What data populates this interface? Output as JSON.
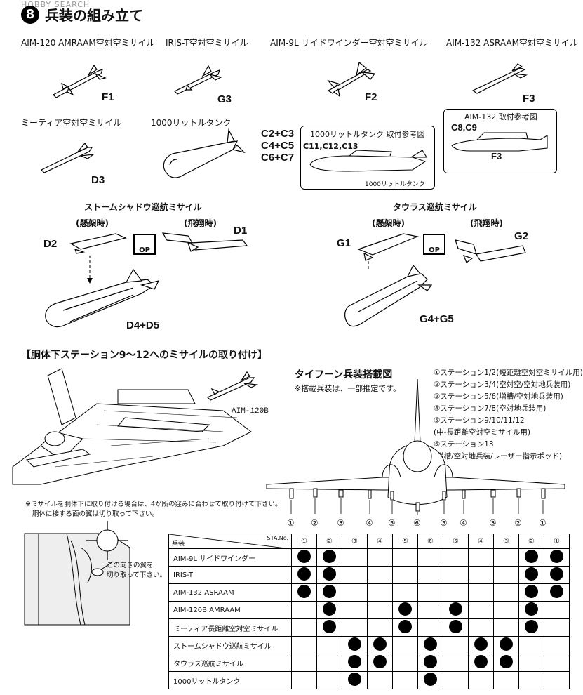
{
  "watermark": "HOBBY SEARCH",
  "step_number": "8",
  "title": "兵装の組み立て",
  "missiles": {
    "aim120": {
      "label": "AIM-120 AMRAAM空対空ミサイル",
      "part": "F1"
    },
    "iris": {
      "label": "IRIS-T空対空ミサイル",
      "part": "G3"
    },
    "aim9": {
      "label": "AIM-9L サイドワインダー空対空ミサイル",
      "part": "F2"
    },
    "aim132": {
      "label": "AIM-132 ASRAAM空対空ミサイル",
      "part": "F3"
    },
    "meteor": {
      "label": "ミーティア空対空ミサイル",
      "part": "D3"
    },
    "tank": {
      "label": "1000リットルタンク",
      "parts": [
        "C2+C3",
        "C4+C5",
        "C6+C7"
      ]
    }
  },
  "tank_ref": {
    "title": "1000リットルタンク 取付参考図",
    "parts": "C11,C12,C13",
    "caption": "1000リットルタンク"
  },
  "asraam_ref": {
    "title": "AIM-132 取付参考図",
    "parts": "C8,C9",
    "part2": "F3"
  },
  "storm_shadow": {
    "title": "ストームシャドウ巡航ミサイル",
    "hung": "(懸架時)",
    "flight": "(飛翔時)",
    "p_hung": "D2",
    "p_flight": "D1",
    "p_body": "D4+D5"
  },
  "taurus": {
    "title": "タウラス巡航ミサイル",
    "hung": "(懸架時)",
    "flight": "(飛翔時)",
    "p_hung": "G1",
    "p_flight": "G2",
    "p_body": "G4+G5"
  },
  "op_label": "OP",
  "fuselage_heading": "【胴体下ステーション9～12へのミサイルの取り付け】",
  "aim120b_label": "AIM-120B",
  "fuselage_note1": "※ミサイルを胴体下に取り付ける場合は、4か所の窪みに合わせて取り付けて下さい。",
  "fuselage_note2": "胴体に接する面の翼は切り取って下さい。",
  "detail_note1": "この向きの翼を",
  "detail_note2": "切り取って下さい。",
  "loadout_title": "タイフーン兵装搭載図",
  "loadout_sub": "※搭載兵装は、一部推定です。",
  "stations": [
    "①ステーション1/2(短距離空対空ミサイル用)",
    "②ステーション3/4(空対空/空対地兵装用)",
    "③ステーション5/6(増槽/空対地兵装用)",
    "④ステーション7/8(空対地兵装用)",
    "⑤ステーション9/10/11/12",
    "(中-長距離空対空ミサイル用)",
    "⑥ステーション13",
    "(増槽/空対地兵装/レーザー指示ポッド)"
  ],
  "station_row": [
    "①",
    "②",
    "③",
    "④",
    "⑤",
    "⑥",
    "⑤",
    "④",
    "③",
    "②",
    "①"
  ],
  "table": {
    "header_left": "兵装",
    "header_right": "STA.No.",
    "columns": [
      "①",
      "②",
      "③",
      "④",
      "⑤",
      "⑥",
      "⑤",
      "④",
      "③",
      "②",
      "①"
    ],
    "rows": [
      {
        "name": "AIM-9L サイドワインダー",
        "marks": [
          1,
          1,
          0,
          0,
          0,
          0,
          0,
          0,
          0,
          1,
          1
        ]
      },
      {
        "name": "IRIS-T",
        "marks": [
          1,
          1,
          0,
          0,
          0,
          0,
          0,
          0,
          0,
          1,
          1
        ]
      },
      {
        "name": "AIM-132 ASRAAM",
        "marks": [
          1,
          1,
          0,
          0,
          0,
          0,
          0,
          0,
          0,
          1,
          1
        ]
      },
      {
        "name": "AIM-120B AMRAAM",
        "marks": [
          0,
          1,
          0,
          0,
          1,
          0,
          1,
          0,
          0,
          1,
          0
        ]
      },
      {
        "name": "ミーティア長距離空対空ミサイル",
        "marks": [
          0,
          1,
          0,
          0,
          1,
          0,
          1,
          0,
          0,
          1,
          0
        ]
      },
      {
        "name": "ストームシャドウ巡航ミサイル",
        "marks": [
          0,
          0,
          1,
          1,
          0,
          1,
          0,
          1,
          1,
          0,
          0
        ]
      },
      {
        "name": "タウラス巡航ミサイル",
        "marks": [
          0,
          0,
          1,
          1,
          0,
          1,
          0,
          1,
          1,
          0,
          0
        ]
      },
      {
        "name": "1000リットルタンク",
        "marks": [
          0,
          0,
          1,
          0,
          0,
          1,
          0,
          0,
          0,
          0,
          0
        ]
      }
    ]
  }
}
